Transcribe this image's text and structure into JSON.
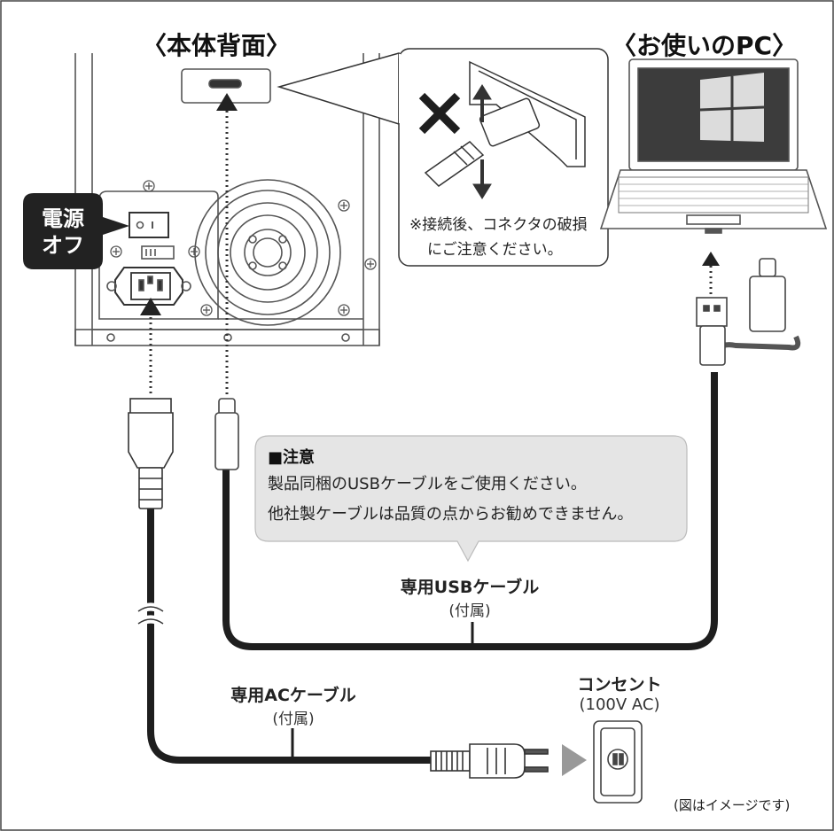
{
  "headers": {
    "rear_panel": "〈本体背面〉",
    "your_pc": "〈お使いのPC〉"
  },
  "power_badge": {
    "line1": "電源",
    "line2": "オフ"
  },
  "connector_callout": {
    "note_line1": "※接続後、コネクタの破損",
    "note_line2": "にご注意ください。"
  },
  "caution_box": {
    "title": "■注意",
    "line1": "製品同梱のUSBケーブルをご使用ください。",
    "line2": "他社製ケーブルは品質の点からお勧めできません。"
  },
  "usb_cable": {
    "name": "専用USBケーブル",
    "note": "(付属)"
  },
  "ac_cable": {
    "name": "専用ACケーブル",
    "note": "(付属)"
  },
  "outlet": {
    "name": "コンセント",
    "spec": "(100V AC)"
  },
  "caption": "(図はイメージです)"
}
